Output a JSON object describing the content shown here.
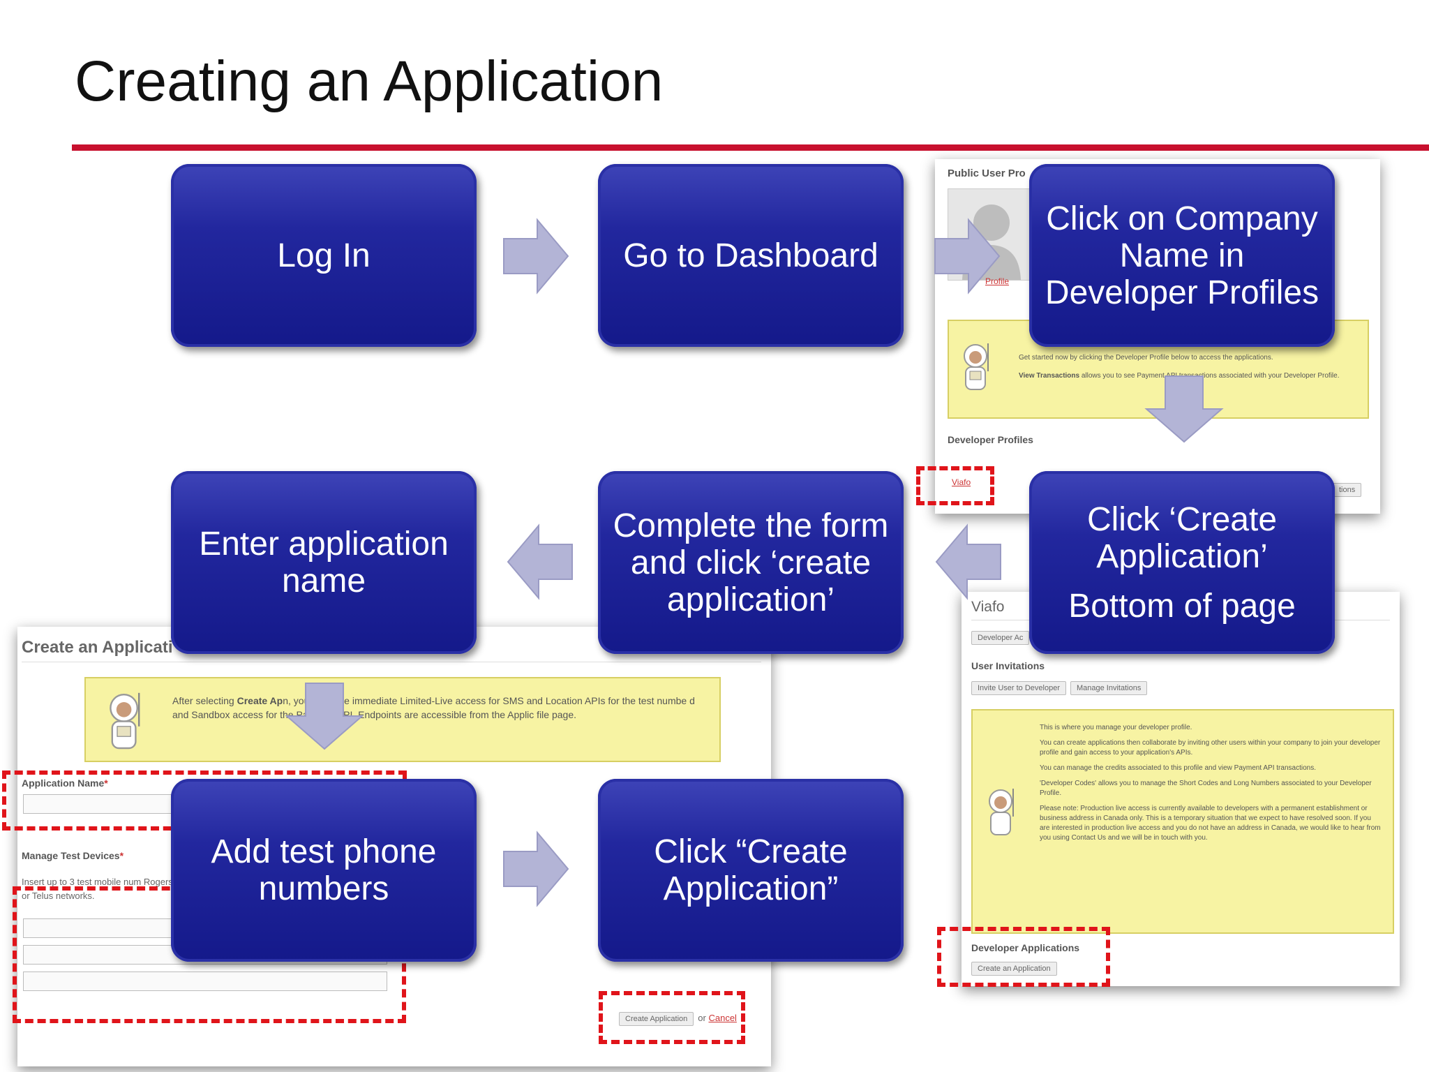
{
  "slide": {
    "title": "Creating an Application"
  },
  "steps": {
    "login": "Log In",
    "dashboard": "Go to Dashboard",
    "company": "Click on Company Name in Developer Profiles",
    "create_line1": "Click ‘Create Application’",
    "create_line2": "Bottom of page",
    "complete": "Complete the form and click ‘create application’",
    "enter_name": "Enter application name",
    "add_phone": "Add test phone numbers",
    "click_create": "Click “Create Application”"
  },
  "profile_shot": {
    "header": "Public User Pro",
    "profile_link": "Profile",
    "notice_line1": "Get started now by clicking the Developer Profile below to access the applications.",
    "notice_line2_bold": "View Transactions",
    "notice_line2": " allows you to see Payment API transactions associated with your Developer Profile.",
    "developer_profiles": "Developer Profiles",
    "viafo_link": "Viafo",
    "right_button": "tions"
  },
  "viafo_shot": {
    "title": "Viafo",
    "dev_tab": "Developer Ac",
    "user_invitations": "User Invitations",
    "invite_button": "Invite User to Developer",
    "manage_button": "Manage Invitations",
    "paragraphs": [
      "This is where you manage your developer profile.",
      "You can create applications then collaborate by inviting other users within your company to join your developer profile and gain access to your application's APIs.",
      "You can manage the credits associated to this profile and view Payment API transactions.",
      "'Developer Codes' allows you to manage the Short Codes and Long Numbers associated to your Developer Profile.",
      "Please note: Production live access is currently available to developers with a permanent establishment or business address in Canada only. This is a temporary situation that we expect to have resolved soon. If you are interested in production live access and you do not have an address in Canada, we would like to hear from you using Contact Us and we will be in touch with you."
    ],
    "dev_apps": "Developer Applications",
    "create_button": "Create an Application"
  },
  "create_shot": {
    "title": "Create an Applicati",
    "notice_pre": "After selecting ",
    "notice_bold": "Create Ap",
    "notice_rest": "n, you will have immediate Limited-Live access for SMS and Location APIs for the test numbe d and Sandbox access for the Payment API. Endpoints are accessible from the Applic file page.",
    "app_name_label": "Application Name",
    "manage_devices": "Manage Test Devices",
    "devices_hint": "Insert up to 3 test mobile num Rogers or Telus networks.",
    "create_button": "Create Application",
    "or_text": "or",
    "cancel_link": "Cancel"
  },
  "colors": {
    "accent_red": "#c8102e",
    "step_blue": "#1b1f96",
    "arrow_fill": "#b3b4d6",
    "highlight": "#e0141a"
  }
}
